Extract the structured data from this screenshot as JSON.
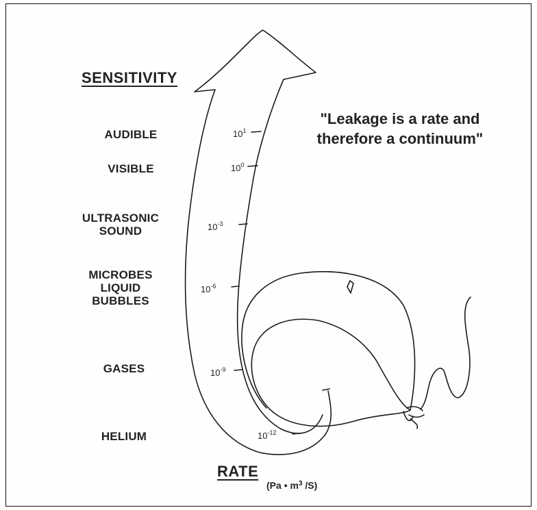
{
  "heading": "SENSITIVITY",
  "quote": {
    "line1": "\"Leakage is a rate and",
    "line2": "therefore a continuum\""
  },
  "categories": [
    {
      "lines": [
        "AUDIBLE"
      ]
    },
    {
      "lines": [
        "VISIBLE"
      ]
    },
    {
      "lines": [
        "ULTRASONIC",
        "SOUND"
      ]
    },
    {
      "lines": [
        "MICROBES",
        "LIQUID",
        "BUBBLES"
      ]
    },
    {
      "lines": [
        "GASES"
      ]
    },
    {
      "lines": [
        "HELIUM"
      ]
    }
  ],
  "ticks": [
    {
      "base": "10",
      "exp": "1"
    },
    {
      "base": "10",
      "exp": "0"
    },
    {
      "base": "10",
      "exp": "-3"
    },
    {
      "base": "10",
      "exp": "-6"
    },
    {
      "base": "10",
      "exp": "-9"
    },
    {
      "base": "10",
      "exp": "-12"
    }
  ],
  "rate": {
    "title": "RATE",
    "unit_prefix": "(Pa",
    "unit_dot": "•",
    "unit_m": "m",
    "unit_exp": "3",
    "unit_suffix": "/S)"
  },
  "icons": [
    "arrow-up-icon",
    "balloon-icon",
    "balloon-knot-icon",
    "string-icon"
  ]
}
